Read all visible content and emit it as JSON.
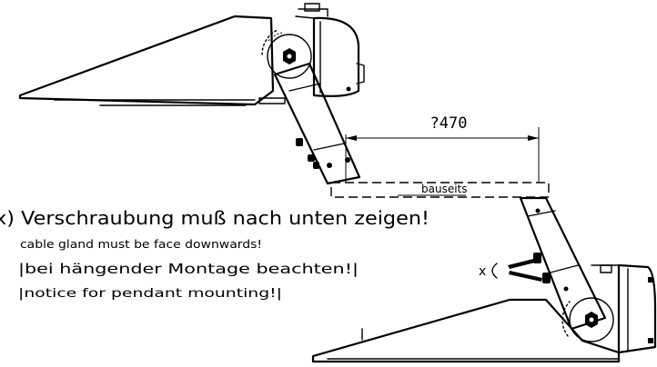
{
  "dimension_label": "?470",
  "dashed_box_label": "bauseits",
  "marker_x": "x",
  "notes": {
    "line1": "x) Verschraubung muß nach unten zeigen!",
    "line2": "cable gland must be face downwards!",
    "line3": "|bei hängender Montage beachten!|",
    "line4": "|notice for pendant mounting!|"
  }
}
